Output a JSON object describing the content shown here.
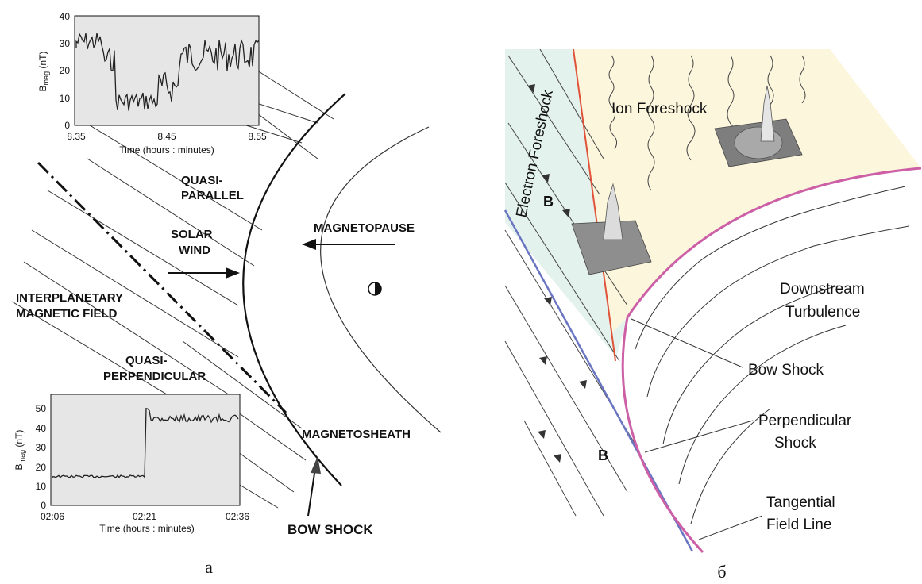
{
  "panel_a": {
    "labels": {
      "quasi_parallel": [
        "QUASI-",
        "PARALLEL"
      ],
      "solar_wind": [
        "SOLAR",
        "WIND"
      ],
      "magnetopause": "MAGNETOPAUSE",
      "imf": [
        "INTERPLANETARY",
        "MAGNETIC FIELD"
      ],
      "quasi_perp": [
        "QUASI-",
        "PERPENDICULAR"
      ],
      "magnetosheath": "MAGNETOSHEATH",
      "bow_shock": "BOW SHOCK"
    },
    "top_plot": {
      "ylabel_main": "B",
      "ylabel_sub": "mag",
      "ylabel_unit": " (nT)",
      "yticks": [
        "0",
        "10",
        "20",
        "30",
        "40"
      ],
      "xticks": [
        "8.35",
        "8.45",
        "8.55"
      ],
      "xlabel": "Time (hours : minutes)"
    },
    "bottom_plot": {
      "ylabel_main": "B",
      "ylabel_sub": "mag",
      "ylabel_unit": " (nT)",
      "yticks": [
        "0",
        "10",
        "20",
        "30",
        "40",
        "50"
      ],
      "xticks": [
        "02:06",
        "02:21",
        "02:36"
      ],
      "xlabel": "Time (hours : minutes)"
    },
    "caption": "а"
  },
  "panel_b": {
    "labels": {
      "electron_foreshock": "Electron Foreshock",
      "ion_foreshock": "Ion Foreshock",
      "b_upper": "B",
      "b_lower": "B",
      "downstream": [
        "Downstream",
        "Turbulence"
      ],
      "bow_shock": "Bow Shock",
      "perp_shock": [
        "Perpendicular",
        "Shock"
      ],
      "tangential": [
        "Tangential",
        "Field Line"
      ]
    },
    "caption": "б"
  },
  "colors": {
    "ink": "#111111",
    "ion_region": "#fbf6dc",
    "electron_region": "#e4f2ee",
    "bow_shock_curve": "#cc5fa6",
    "tangential_line": "#6a75c2",
    "foreshock_boundary": "#e0533a"
  }
}
